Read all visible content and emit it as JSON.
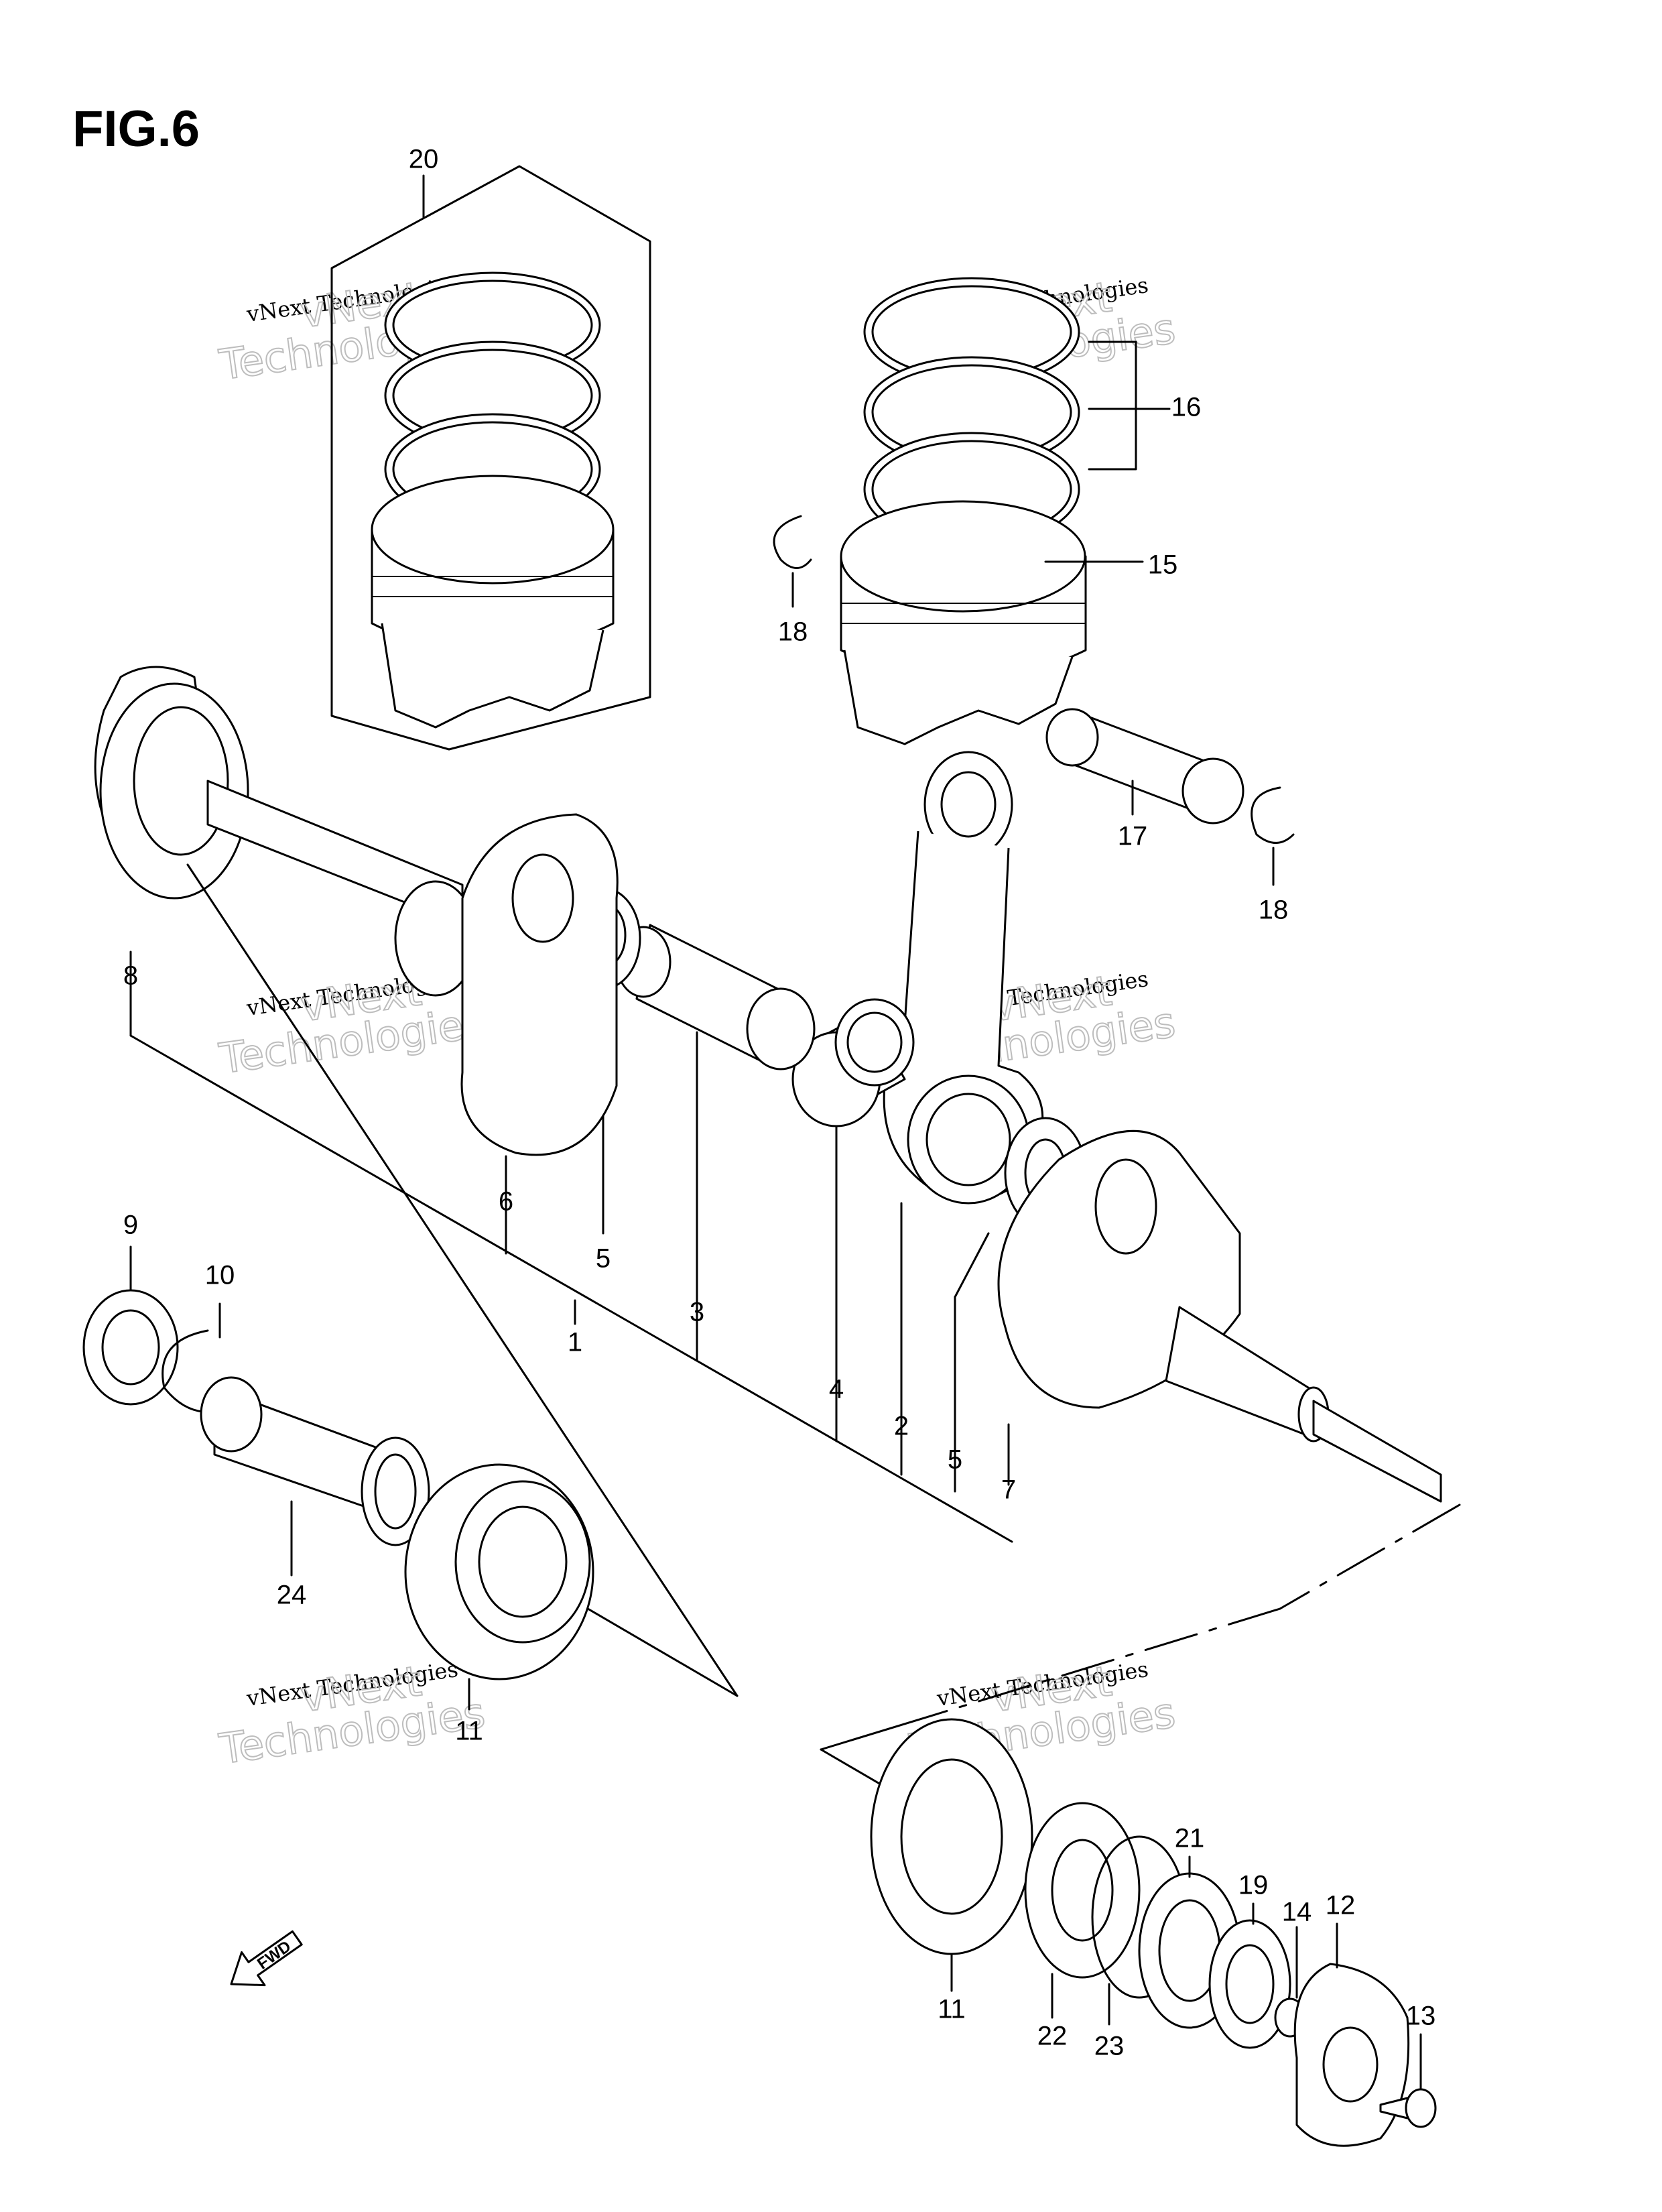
{
  "figure_title": "FIG.6",
  "fwd_label": "FWD",
  "watermark": {
    "line1": "vNext Technologies",
    "line2": "Technologies",
    "ghost": "vNext"
  },
  "callouts": {
    "p1": "1",
    "p2": "2",
    "p3": "3",
    "p4": "4",
    "p5a": "5",
    "p5b": "5",
    "p6": "6",
    "p7": "7",
    "p8": "8",
    "p9": "9",
    "p10": "10",
    "p11a": "11",
    "p11b": "11",
    "p12": "12",
    "p13": "13",
    "p14": "14",
    "p15": "15",
    "p16": "16",
    "p17": "17",
    "p18a": "18",
    "p18b": "18",
    "p19": "19",
    "p20": "20",
    "p21": "21",
    "p22": "22",
    "p23": "23",
    "p24": "24"
  }
}
